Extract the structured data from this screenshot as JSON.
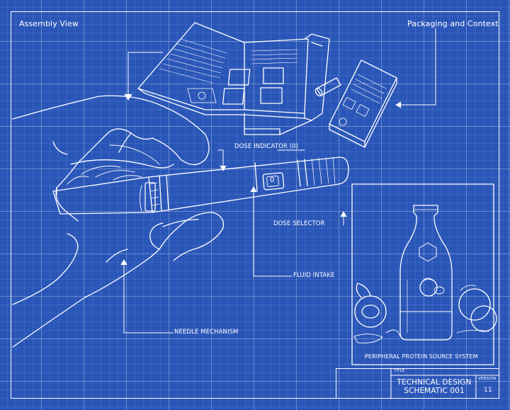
{
  "labels": {
    "assembly_view": "Assembly View",
    "packaging_context": "Packaging and Context",
    "dose_indicator": "DOSE INDICATOR (0)",
    "dose_selector": "DOSE SELECTOR",
    "fluid_intake": "FLUID INTAKE",
    "needle_mechanism": "NEEDLE MECHANISM",
    "protein_source": "PERIPHERAL PROTEIN SOURCE SYSTEM",
    "dose_window_value": "0"
  },
  "title_block": {
    "title_caption": "TITLE",
    "title_line1": "TECHNICAL DESIGN",
    "title_line2": "SCHEMATIC 001",
    "version_caption": "VERSION",
    "version_value": "11"
  },
  "colors": {
    "background": "#2a56b8",
    "line": "#ffffff"
  },
  "icons": [
    "hand-outline",
    "injection-pen",
    "instruction-leaflet",
    "carton-box",
    "cartridge-vial",
    "milk-bottle",
    "peach-fruit"
  ]
}
